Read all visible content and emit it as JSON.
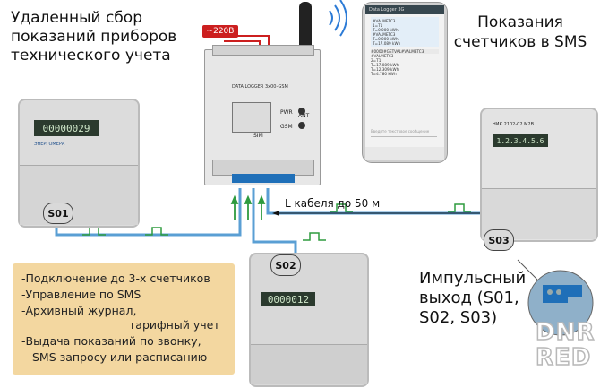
{
  "title_left": "Удаленный сбор показаний приборов технического учета",
  "title_right": "Показания счетчиков в SMS",
  "power_label": "~220В",
  "cable_label": "L кабеля до 50 м",
  "logger": {
    "model": "DATA LOGGER 3x00-GSM",
    "ant": "ANT",
    "pwr": "PWR",
    "gsm": "GSM",
    "sim": "SIM"
  },
  "impulse_label": "Импульсный выход (S01, S02, S03)",
  "badges": {
    "s01": "S01",
    "s02": "S02",
    "s03": "S03"
  },
  "features": [
    "-Подключение до 3-х счетчиков",
    "-Управление по SMS",
    "-Архивный журнал,",
    "тарифный учет",
    "-Выдача показаний по звонку,",
    "SMS запросу или расписанию"
  ],
  "meter_left": {
    "reading": "00000029",
    "brand": "ЭНЕРГОМЕРА"
  },
  "meter_center": {
    "reading": "0000012"
  },
  "meter_right": {
    "reading": "1.2.3.4.5.6",
    "model": "НИК 2102-02 М2В"
  },
  "phone": {
    "app_title": "Data Logger 3G",
    "msg1": [
      "#VALMETC3",
      "1=T1",
      "T=0.000 kWh",
      "#VALMETC3",
      "T=0.000 kWh",
      "T=17.089 kWh"
    ],
    "msg2": [
      "#0000#GETVAL#VALMETC3",
      "#VALMETC3",
      "2=T1",
      "T=17.089 kWh",
      "T=12.309 kWh",
      "T=4.780 kWh"
    ],
    "input_placeholder": "Введите текстовое сообщение"
  },
  "watermark": {
    "line1": "DNR",
    "line2": "RED"
  },
  "colors": {
    "cable": "#5a9fd4",
    "arrow": "#2e9b3f",
    "panel": "#f3d7a0",
    "power": "#cc1f1f"
  }
}
